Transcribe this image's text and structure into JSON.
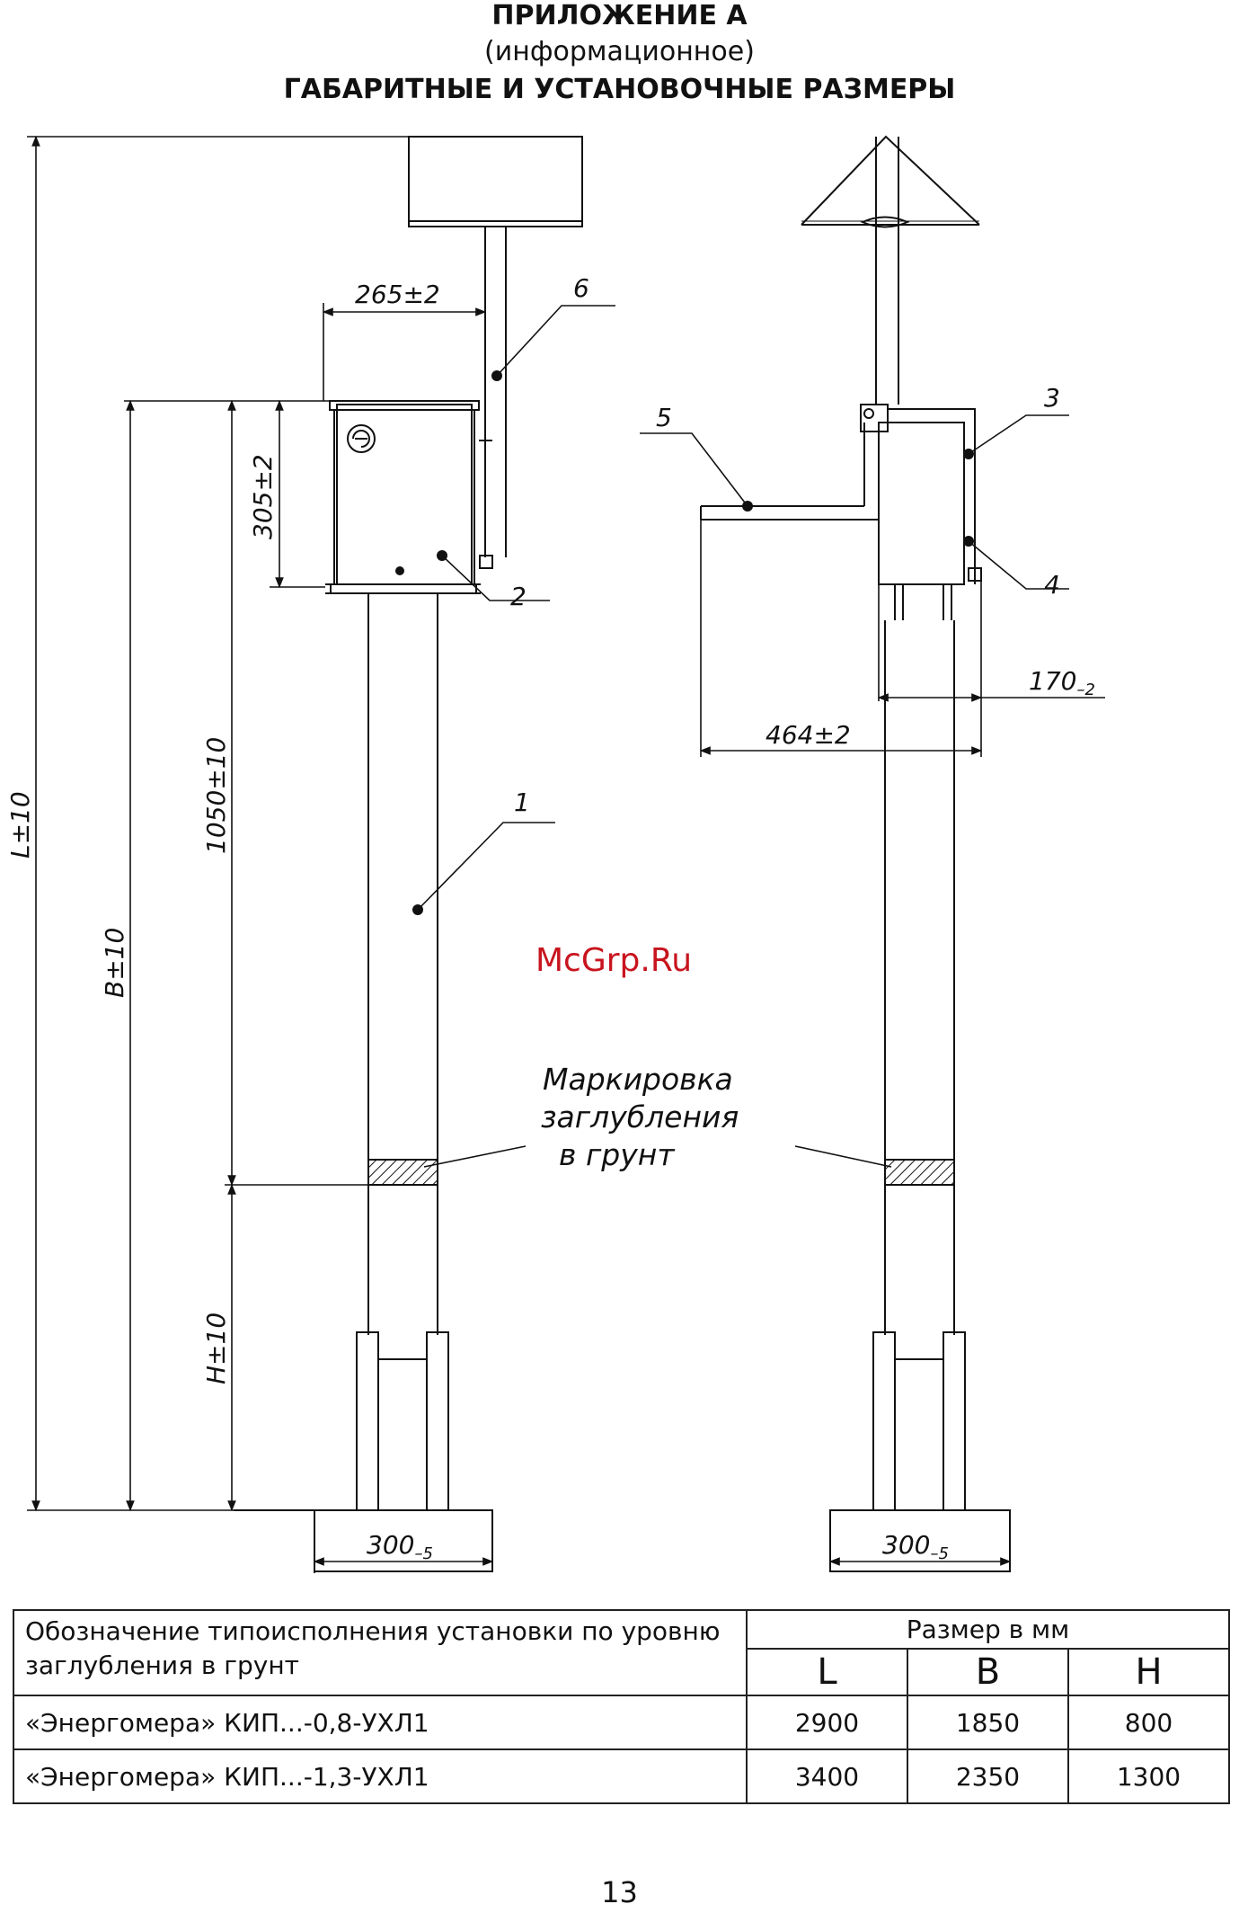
{
  "header": {
    "appendix": "ПРИЛОЖЕНИЕ А",
    "note": "(информационное)",
    "title": "ГАБАРИТНЫЕ И УСТАНОВОЧНЫЕ РАЗМЕРЫ"
  },
  "drawing": {
    "dims": {
      "box_width": "265±2",
      "box_height": "305±2",
      "lower_height": "1050±10",
      "total_L": "L±10",
      "B": "B±10",
      "H": "H±10",
      "base_left": "300",
      "base_left_sub": "–5",
      "base_right": "300",
      "base_right_sub": "–5",
      "arm": "464±2",
      "side": "170",
      "side_sub": "–2"
    },
    "callouts": {
      "c1": "1",
      "c2": "2",
      "c3": "3",
      "c4": "4",
      "c5": "5",
      "c6": "6"
    },
    "marking": {
      "line1": "Маркировка",
      "line2": "заглубления",
      "line3": "в  грунт"
    },
    "watermark": "McGrp.Ru"
  },
  "table": {
    "col_designation": "Обозначение типоисполнения установки по уровню заглубления в грунт",
    "col_size": "Размер в мм",
    "sub_L": "L",
    "sub_B": "B",
    "sub_H": "H",
    "rows": [
      {
        "name": "«Энергомера» КИП...-0,8-УХЛ1",
        "L": "2900",
        "B": "1850",
        "H": "800"
      },
      {
        "name": "«Энергомера» КИП...-1,3-УХЛ1",
        "L": "3400",
        "B": "2350",
        "H": "1300"
      }
    ]
  },
  "page_number": "13"
}
